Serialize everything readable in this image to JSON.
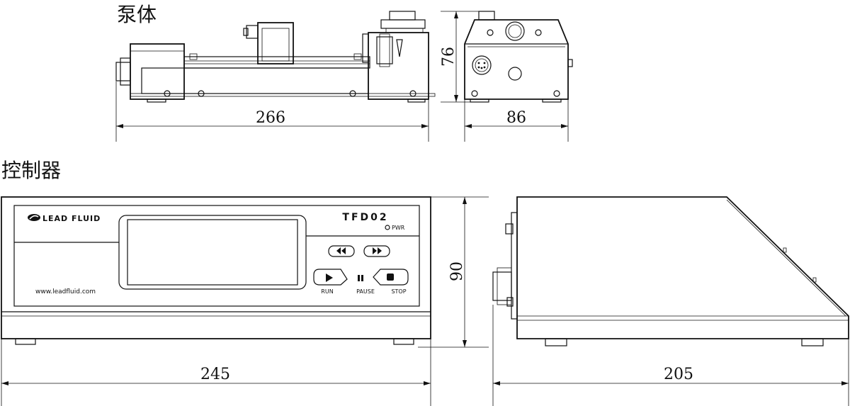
{
  "headings": {
    "pump_body": "泵体",
    "controller": "控制器"
  },
  "dimensions": {
    "pump_length": "266",
    "pump_width": "86",
    "pump_height": "76",
    "controller_width": "245",
    "controller_height": "90",
    "controller_depth": "205"
  },
  "controller_panel": {
    "brand": "LEAD FLUID",
    "model": "TFD02",
    "power_label": "PWR",
    "website": "www.leadfluid.com",
    "buttons": {
      "run": "RUN",
      "pause": "PAUSE",
      "stop": "STOP"
    }
  }
}
